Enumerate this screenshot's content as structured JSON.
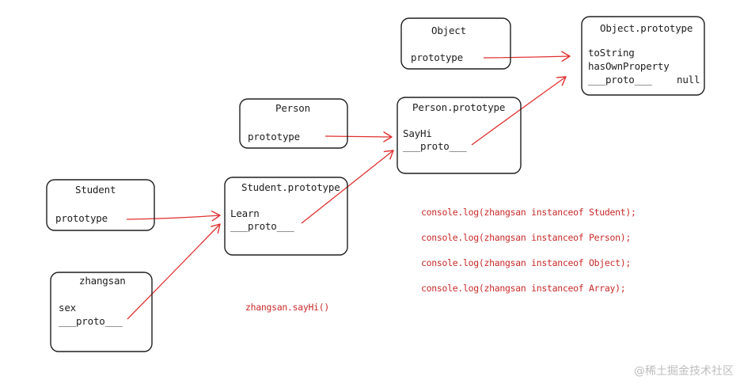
{
  "boxes": {
    "object": {
      "title": "Object",
      "lines": [
        "prototype"
      ]
    },
    "object_prototype": {
      "title": "Object.prototype",
      "lines": [
        "toString",
        "hasOwnProperty",
        "___proto___"
      ],
      "null_label": "null"
    },
    "person": {
      "title": "Person",
      "lines": [
        "prototype"
      ]
    },
    "person_prototype": {
      "title": "Person.prototype",
      "lines": [
        "SayHi",
        "___proto___"
      ]
    },
    "student": {
      "title": "Student",
      "lines": [
        "prototype"
      ]
    },
    "student_prototype": {
      "title": "Student.prototype",
      "lines": [
        "Learn",
        "___proto___"
      ]
    },
    "zhangsan": {
      "title": "zhangsan",
      "lines": [
        "sex",
        "___proto___"
      ]
    }
  },
  "code_lines": [
    "console.log(zhangsan instanceof Student);",
    "console.log(zhangsan instanceof Person);",
    "console.log(zhangsan instanceof Object);",
    "console.log(zhangsan instanceof Array);"
  ],
  "call_text": "zhangsan.sayHi()",
  "watermark": "@稀土掘金技术社区",
  "colors": {
    "arrow": "#e03131",
    "code": "#c92a2a",
    "stroke": "#1e1e1e"
  }
}
